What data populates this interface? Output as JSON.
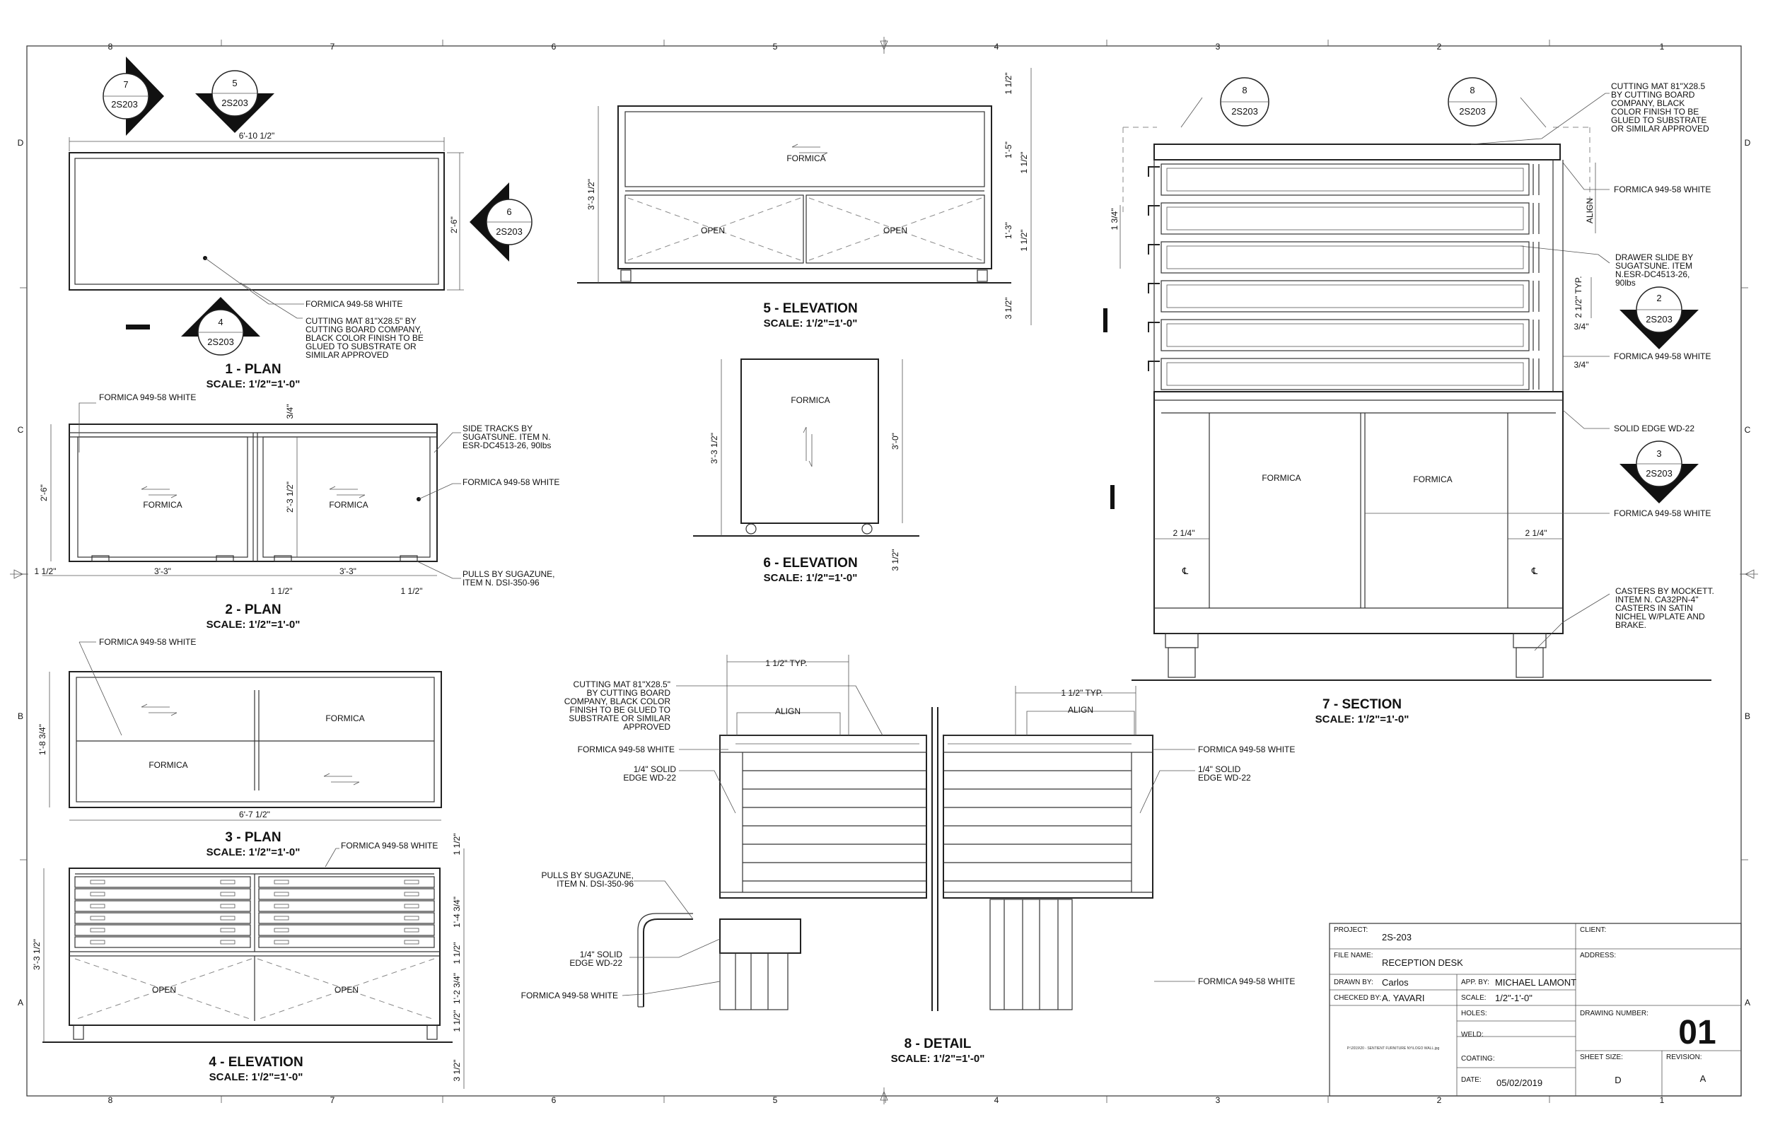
{
  "border": {
    "top_numbers": [
      "8",
      "7",
      "6",
      "5",
      "4",
      "3",
      "2",
      "1"
    ],
    "bottom_numbers": [
      "8",
      "7",
      "6",
      "5",
      "4",
      "3",
      "2",
      "1"
    ],
    "side_letters": [
      "D",
      "C",
      "B",
      "A"
    ]
  },
  "views": {
    "v1": {
      "title": "1 - PLAN",
      "scale": "SCALE: 1'/2\"=1'-0\"",
      "dim_width": "6'-10 1/2\"",
      "dim_height": "2'-6\"",
      "note_formica": "FORMICA 949-58 WHITE",
      "note_cutting": [
        "CUTTING MAT 81\"X28.5\"  BY",
        "CUTTING BOARD COMPANY,",
        "BLACK COLOR FINISH TO BE",
        "GLUED TO SUBSTRATE OR",
        "SIMILAR APPROVED"
      ]
    },
    "v2": {
      "title": "2 - PLAN",
      "scale": "SCALE: 1'/2\"=1'-0\"",
      "note_formica_top": "FORMICA 949-58 WHITE",
      "note_tracks": [
        "SIDE TRACKS BY",
        "SUGATSUNE. ITEM N.",
        "ESR-DC4513-26, 90lbs"
      ],
      "note_formica_right": "FORMICA 949-58 WHITE",
      "note_pulls": [
        "PULLS BY SUGAZUNE,",
        "ITEM N. DSI-350-96"
      ],
      "label_left": "FORMICA",
      "label_right": "FORMICA",
      "dim_h": "2'-6\"",
      "dim_mid": "2'-3 1/2\"",
      "dim_top": "3/4\"",
      "dim_a": "1 1/2\"",
      "dim_b": "3'-3\"",
      "dim_c": "1 1/2\"",
      "dim_d": "3'-3\"",
      "dim_e": "1 1/2\""
    },
    "v3": {
      "title": "3 - PLAN",
      "scale": "SCALE: 1'/2\"=1'-0\"",
      "note_formica": "FORMICA 949-58 WHITE",
      "label_a": "FORMICA",
      "label_b": "FORMICA",
      "dim_w": "6'-7 1/2\"",
      "dim_h": "1'-8 3/4\""
    },
    "v4": {
      "title": "4 - ELEVATION",
      "scale": "SCALE: 1'/2\"=1'-0\"",
      "note_formica": "FORMICA 949-58 WHITE",
      "open_a": "OPEN",
      "open_b": "OPEN",
      "dim_total": "3'-3 1/2\"",
      "dims_right": [
        "1 1/2\"",
        "1'-4 3/4\"",
        "1 1/2\"",
        "1'-2 3/4\"",
        "1 1/2\"",
        "3 1/2\""
      ]
    },
    "v5": {
      "title": "5 - ELEVATION",
      "scale": "SCALE: 1'/2\"=1'-0\"",
      "label": "FORMICA",
      "open_a": "OPEN",
      "open_b": "OPEN",
      "dim_total": "3'-3 1/2\"",
      "dims_right": [
        "1 1/2\"",
        "1'-5\"",
        "1 1/2\"",
        "1'-3\"",
        "1 1/2\"",
        "3 1/2\""
      ]
    },
    "v6": {
      "title": "6 - ELEVATION",
      "scale": "SCALE: 1'/2\"=1'-0\"",
      "label": "FORMICA",
      "dim_total": "3'-3 1/2\"",
      "dim_body": "3'-0\"",
      "dim_base": "3 1/2\""
    },
    "v7": {
      "title": "7 - SECTION",
      "scale": "SCALE: 1'/2\"=1'-0\"",
      "note_cutting": [
        "CUTTING MAT 81\"X28.5",
        "BY CUTTING BOARD",
        "COMPANY, BLACK",
        "COLOR FINISH TO BE",
        "GLUED TO SUBSTRATE",
        "OR SIMILAR APPROVED"
      ],
      "note_formica_1": "FORMICA 949-58 WHITE",
      "note_align": "ALIGN",
      "note_slide": [
        "DRAWER SLIDE BY",
        "SUGATSUNE. ITEM",
        "N.ESR-DC4513-26,",
        "90lbs"
      ],
      "dim_typ": "2 1/2\" TYP.",
      "dim_a": "3/4\"",
      "dim_b": "3/4\"",
      "dim_drawer": "1 3/4\"",
      "note_formica_2": "FORMICA 949-58 WHITE",
      "note_solid": "SOLID EDGE WD-22",
      "note_formica_3": "FORMICA 949-58 WHITE",
      "label_a": "FORMICA",
      "label_b": "FORMICA",
      "dim_l": "2 1/4\"",
      "dim_r": "2 1/4\"",
      "note_casters": [
        "CASTERS BY MOCKETT.",
        "INTEM N. CA32PN-4\"",
        "CASTERS IN SATIN",
        "NICHEL W/PLATE AND",
        "BRAKE."
      ]
    },
    "v8": {
      "title": "8 - DETAIL",
      "scale": "SCALE: 1'/2\"=1'-0\"",
      "note_cutting": [
        "CUTTING MAT 81\"X28.5\"",
        "BY CUTTING BOARD",
        "COMPANY, BLACK COLOR",
        "FINISH TO BE GLUED TO",
        "SUBSTRATE OR SIMILAR",
        "APPROVED"
      ],
      "note_formica_l": "FORMICA 949-58 WHITE",
      "note_solid_l": [
        "1/4\" SOLID",
        "EDGE WD-22"
      ],
      "note_pulls": [
        "PULLS BY SUGAZUNE,",
        "ITEM N. DSI-350-96"
      ],
      "note_solid_l2": [
        "1/4\" SOLID",
        "EDGE WD-22"
      ],
      "note_formica_l2": "FORMICA 949-58 WHITE",
      "note_formica_r": "FORMICA 949-58 WHITE",
      "note_solid_r": [
        "1/4\" SOLID",
        "EDGE WD-22"
      ],
      "note_formica_r2": "FORMICA 949-58 WHITE",
      "dim_typ_l": "1 1/2\" TYP.",
      "dim_typ_r": "1 1/2\" TYP.",
      "align_l": "ALIGN",
      "align_r": "ALIGN"
    }
  },
  "callouts": [
    {
      "id": "c7",
      "number": "7",
      "sheet": "2S203"
    },
    {
      "id": "c5",
      "number": "5",
      "sheet": "2S203"
    },
    {
      "id": "c6",
      "number": "6",
      "sheet": "2S203"
    },
    {
      "id": "c4",
      "number": "4",
      "sheet": "2S203"
    },
    {
      "id": "c8a",
      "number": "8",
      "sheet": "2S203"
    },
    {
      "id": "c8b",
      "number": "8",
      "sheet": "2S203"
    },
    {
      "id": "c2",
      "number": "2",
      "sheet": "2S203"
    },
    {
      "id": "c3",
      "number": "3",
      "sheet": "2S203"
    }
  ],
  "title_block": {
    "project_label": "PROJECT:",
    "project": "2S-203",
    "client_label": "CLIENT:",
    "file_label": "FILE NAME:",
    "file": "RECEPTION DESK",
    "address_label": "ADDRESS:",
    "drawn_label": "DRAWN BY:",
    "drawn": "Carlos",
    "app_label": "APP. BY:",
    "app": "MICHAEL LAMONT",
    "checked_label": "CHECKED BY:",
    "checked": "A. YAVARI",
    "scale_label": "SCALE:",
    "scale": "1/2\"-1'-0\"",
    "holes_label": "HOLES:",
    "weld_label": "WELD:",
    "coating_label": "COATING:",
    "date_label": "DATE:",
    "date": "05/02/2019",
    "drawing_number_label": "DRAWING NUMBER:",
    "drawing_number": "01",
    "sheet_size_label": "SHEET SIZE:",
    "sheet_size": "D",
    "revision_label": "REVISION:",
    "revision": "A",
    "file_path": "P:\\2019\\20 - SENTIENT FURNITURE NY\\LOGO WALL.jpg"
  }
}
